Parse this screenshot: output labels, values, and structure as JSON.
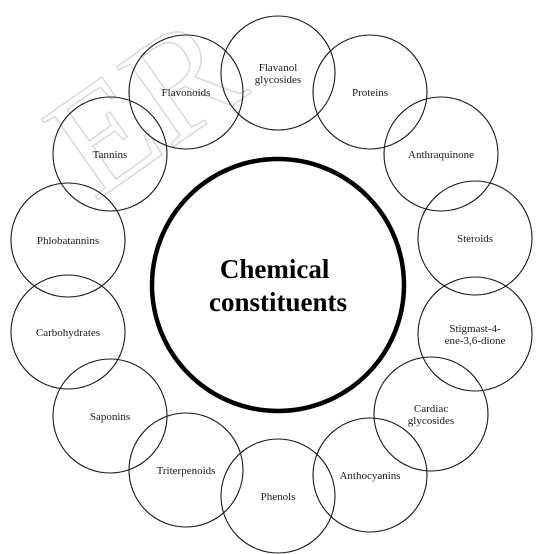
{
  "watermark": "ER",
  "center": {
    "lines": [
      "Chemical",
      "constituents"
    ]
  },
  "nodes": [
    {
      "lines": [
        "Flavanol",
        "glycosides"
      ]
    },
    {
      "lines": [
        "Proteins"
      ]
    },
    {
      "lines": [
        "Anthraquinone"
      ]
    },
    {
      "lines": [
        "Steroids"
      ]
    },
    {
      "lines": [
        "Stigmast-4-",
        "ene-3,6-dione"
      ]
    },
    {
      "lines": [
        "Cardiac",
        "glycosides"
      ]
    },
    {
      "lines": [
        "Anthocyanins"
      ]
    },
    {
      "lines": [
        "Phenols"
      ]
    },
    {
      "lines": [
        "Triterpenoids"
      ]
    },
    {
      "lines": [
        "Saponins"
      ]
    },
    {
      "lines": [
        "Carbohydrates"
      ]
    },
    {
      "lines": [
        "Phlobatannins"
      ]
    },
    {
      "lines": [
        "Tannins"
      ]
    },
    {
      "lines": [
        "Flavonoids"
      ]
    }
  ]
}
